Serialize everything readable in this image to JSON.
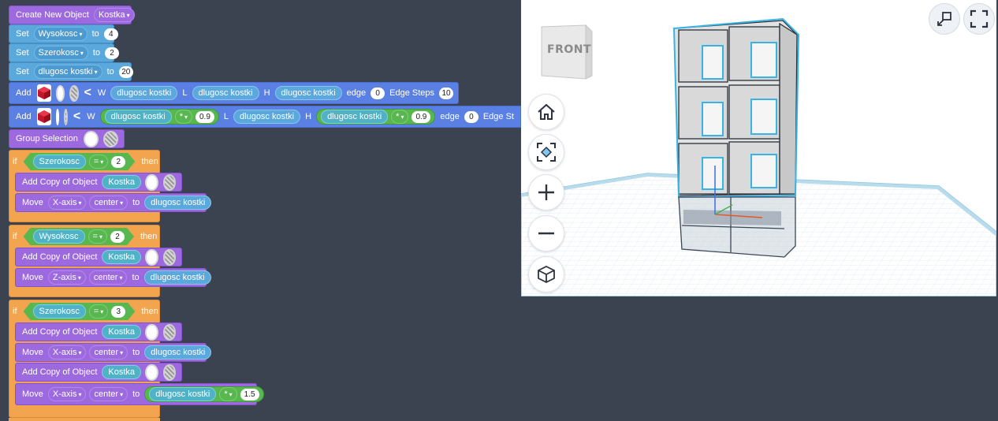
{
  "blocks": {
    "create": {
      "label": "Create New Object",
      "object": "Kostka"
    },
    "set1": {
      "label": "Set",
      "var": "Wysokosc",
      "to": "to",
      "value": "4"
    },
    "set2": {
      "label": "Set",
      "var": "Szerokosc",
      "to": "to",
      "value": "2"
    },
    "set3": {
      "label": "Set",
      "var": "dlugosc kostki",
      "to": "to",
      "value": "20"
    },
    "add1": {
      "label": "Add",
      "w": "W",
      "w_val": "dlugosc kostki",
      "l": "L",
      "l_val": "dlugosc kostki",
      "h": "H",
      "h_val": "dlugosc kostki",
      "edge": "edge",
      "edge_val": "0",
      "steps": "Edge Steps",
      "steps_val": "10"
    },
    "add2": {
      "label": "Add",
      "w": "W",
      "w_val": "dlugosc kostki",
      "w_op": "*",
      "w_num": "0.9",
      "l": "L",
      "l_val": "dlugosc kostki",
      "h": "H",
      "h_val": "dlugosc kostki",
      "h_op": "*",
      "h_num": "0.9",
      "edge": "edge",
      "edge_val": "0",
      "steps": "Edge St"
    },
    "group": {
      "label": "Group Selection"
    },
    "if1": {
      "if": "if",
      "var": "Szerokosc",
      "op": "=",
      "value": "2",
      "then": "then",
      "copy": {
        "label": "Add Copy of Object",
        "obj": "Kostka"
      },
      "move": {
        "label": "Move",
        "axis": "X-axis",
        "anchor": "center",
        "to": "to",
        "val": "dlugosc kostki"
      }
    },
    "if2": {
      "if": "if",
      "var": "Wysokosc",
      "op": "=",
      "value": "2",
      "then": "then",
      "copy": {
        "label": "Add Copy of Object",
        "obj": "Kostka"
      },
      "move": {
        "label": "Move",
        "axis": "Z-axis",
        "anchor": "center",
        "to": "to",
        "val": "dlugosc kostki"
      }
    },
    "if3": {
      "if": "if",
      "var": "Szerokosc",
      "op": "=",
      "value": "3",
      "then": "then",
      "copy1": {
        "label": "Add Copy of Object",
        "obj": "Kostka"
      },
      "move1": {
        "label": "Move",
        "axis": "X-axis",
        "anchor": "center",
        "to": "to",
        "val": "dlugosc kostki"
      },
      "copy2": {
        "label": "Add Copy of Object",
        "obj": "Kostka"
      },
      "move2": {
        "label": "Move",
        "axis": "X-axis",
        "anchor": "center",
        "to": "to",
        "val": "dlugosc kostki",
        "op": "*",
        "num": "1.5"
      }
    }
  },
  "viewport": {
    "viewcube_label": "FRONT",
    "nav": [
      "home-icon",
      "fit-view-icon",
      "zoom-in-icon",
      "zoom-out-icon",
      "perspective-icon"
    ],
    "top": [
      "collapse-icon",
      "fullscreen-icon"
    ],
    "colors": {
      "grid": "#cfe3ee",
      "selection": "#37b4e6",
      "cube": "#dcdcdc"
    }
  }
}
